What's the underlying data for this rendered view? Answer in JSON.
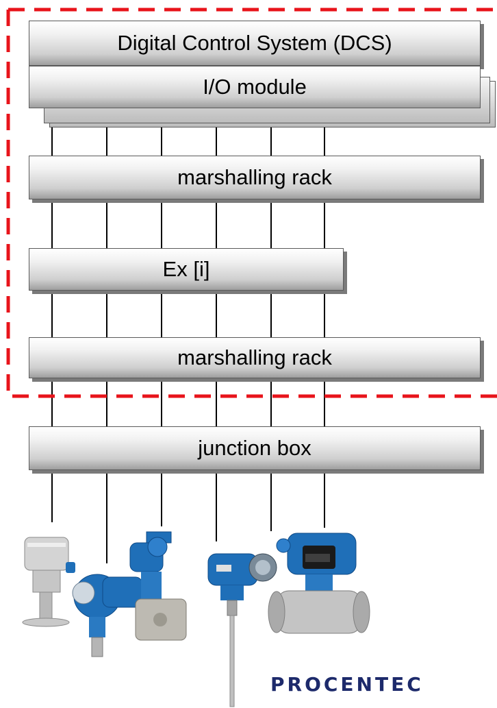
{
  "diagram": {
    "dcs_label": "Digital Control System (DCS)",
    "io_label": "I/O module",
    "rack_top_label": "marshalling rack",
    "ex_label": "Ex [i]",
    "rack_bottom_label": "marshalling rack",
    "junction_label": "junction box",
    "brand": "PROCENTEC",
    "colors": {
      "boundary": "#e8141b",
      "wire": "#000000",
      "box_border": "#5a5a5a",
      "brand": "#1d2a6b",
      "device_blue": "#1f6fb8"
    }
  }
}
